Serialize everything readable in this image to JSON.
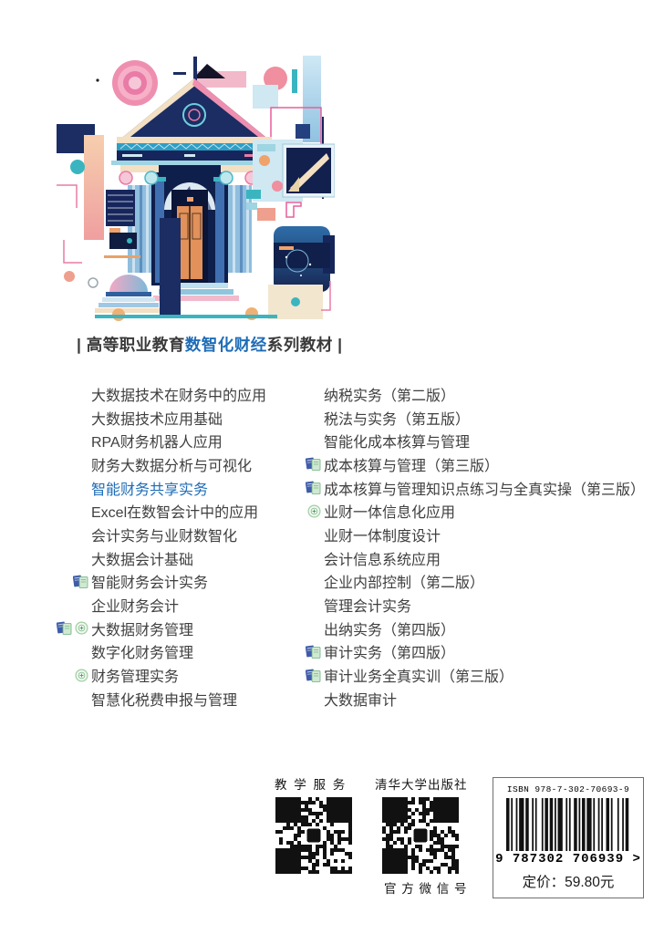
{
  "series_banner": {
    "prefix": "| 高等职业教育",
    "highlight": "数智化财经",
    "suffix": "系列教材 |"
  },
  "book_list": {
    "left_column": [
      {
        "label": "大数据技术在财务中的应用",
        "icons": []
      },
      {
        "label": "大数据技术应用基础",
        "icons": []
      },
      {
        "label": "RPA财务机器人应用",
        "icons": []
      },
      {
        "label": "财务大数据分析与可视化",
        "icons": []
      },
      {
        "label": "智能财务共享实务",
        "icons": [],
        "highlighted": true
      },
      {
        "label": "Excel在数智会计中的应用",
        "icons": []
      },
      {
        "label": "会计实务与业财数智化",
        "icons": []
      },
      {
        "label": "大数据会计基础",
        "icons": []
      },
      {
        "label": "智能财务会计实务",
        "icons": [
          "book"
        ]
      },
      {
        "label": "企业财务会计",
        "icons": []
      },
      {
        "label": "大数据财务管理",
        "icons": [
          "book",
          "badge"
        ]
      },
      {
        "label": "数字化财务管理",
        "icons": []
      },
      {
        "label": "财务管理实务",
        "icons": [
          "badge"
        ]
      },
      {
        "label": "智慧化税费申报与管理",
        "icons": []
      }
    ],
    "right_column": [
      {
        "label": "纳税实务（第二版）",
        "icons": []
      },
      {
        "label": "税法与实务（第五版）",
        "icons": []
      },
      {
        "label": "智能化成本核算与管理",
        "icons": []
      },
      {
        "label": "成本核算与管理（第三版）",
        "icons": [
          "book"
        ]
      },
      {
        "label": "成本核算与管理知识点练习与全真实操（第三版）",
        "icons": [
          "book"
        ]
      },
      {
        "label": "业财一体信息化应用",
        "icons": [
          "badge"
        ]
      },
      {
        "label": "业财一体制度设计",
        "icons": []
      },
      {
        "label": "会计信息系统应用",
        "icons": []
      },
      {
        "label": "企业内部控制（第二版）",
        "icons": []
      },
      {
        "label": "管理会计实务",
        "icons": []
      },
      {
        "label": "出纳实务（第四版）",
        "icons": []
      },
      {
        "label": "审计实务（第四版）",
        "icons": [
          "book"
        ]
      },
      {
        "label": "审计业务全真实训（第三版）",
        "icons": [
          "book"
        ]
      },
      {
        "label": "大数据审计",
        "icons": []
      }
    ]
  },
  "footer": {
    "service_label": "教 学 服 务",
    "publisher_label": "清华大学出版社",
    "wechat_label": "官 方 微 信 号",
    "barcode": {
      "isbn": "ISBN 978-7-302-70693-9",
      "digits": "9 787302 706939 >",
      "price": "定价：59.80元"
    }
  },
  "colors": {
    "accent_blue": "#1e6cb8",
    "text_dark": "#3f3f3f",
    "book_icon_blue": "#3f5caa",
    "book_icon_green": "#cfe9d2",
    "badge_green": "#8fc49a",
    "qr_logo_left": "#2b7ab8",
    "qr_logo_right": "#5b3a8e"
  }
}
